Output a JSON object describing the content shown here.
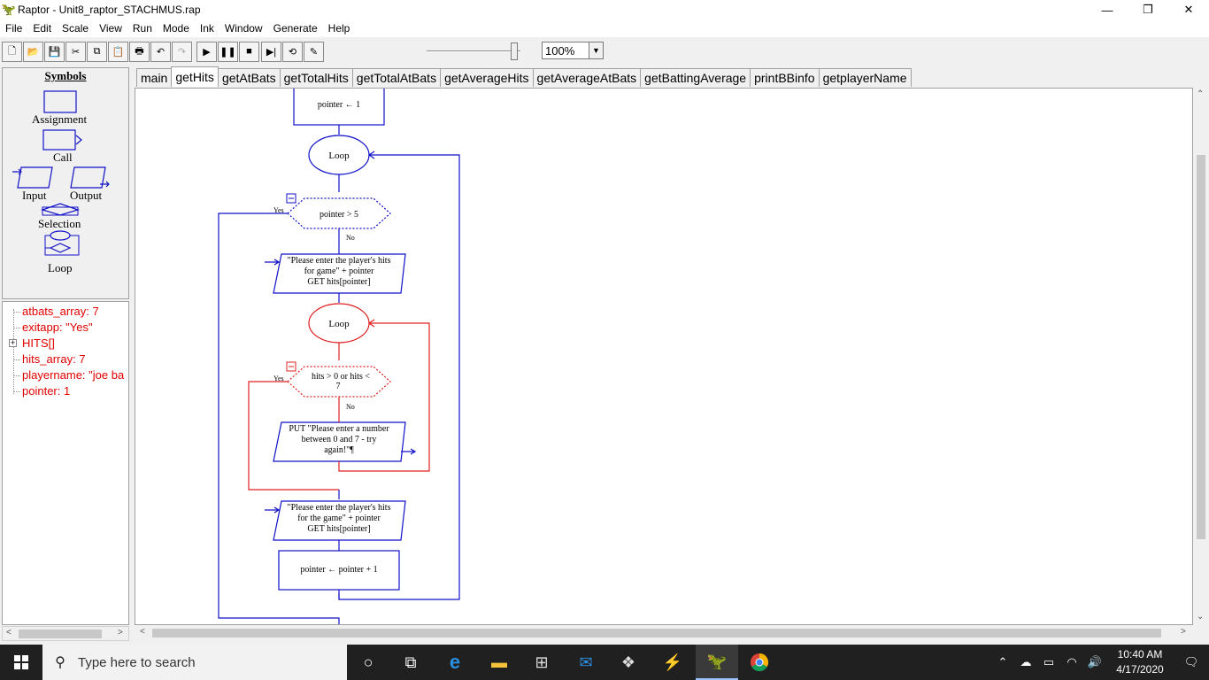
{
  "window": {
    "title": "Raptor - Unit8_raptor_STACHMUS.rap",
    "minimize": "—",
    "restore": "❐",
    "close": "✕"
  },
  "menu": [
    "File",
    "Edit",
    "Scale",
    "View",
    "Run",
    "Mode",
    "Ink",
    "Window",
    "Generate",
    "Help"
  ],
  "toolbar": {
    "buttons": [
      {
        "name": "new-icon",
        "glyph": "🗋"
      },
      {
        "name": "open-icon",
        "glyph": "📂"
      },
      {
        "name": "save-icon",
        "glyph": "💾"
      },
      {
        "name": "cut-icon",
        "glyph": "✂"
      },
      {
        "name": "copy-icon",
        "glyph": "⧉"
      },
      {
        "name": "paste-icon",
        "glyph": "📋"
      },
      {
        "name": "print-icon",
        "glyph": "🖶"
      },
      {
        "name": "undo-icon",
        "glyph": "↶"
      },
      {
        "name": "redo-icon",
        "glyph": "↷"
      },
      {
        "name": "run-icon",
        "glyph": "▶"
      },
      {
        "name": "pause-icon",
        "glyph": "❚❚"
      },
      {
        "name": "stop-icon",
        "glyph": "■"
      },
      {
        "name": "step-icon",
        "glyph": "▶|"
      },
      {
        "name": "reset-icon",
        "glyph": "⟲"
      },
      {
        "name": "pen-icon",
        "glyph": "✎"
      }
    ],
    "speed_level": 0.9,
    "zoom": "100%"
  },
  "symbols": {
    "title": "Symbols",
    "assignment": "Assignment",
    "call": "Call",
    "input": "Input",
    "output": "Output",
    "selection": "Selection",
    "loop": "Loop"
  },
  "variables": [
    {
      "text": "atbats_array: 7"
    },
    {
      "text": "exitapp: \"Yes\""
    },
    {
      "text": "HITS[]"
    },
    {
      "text": "hits_array: 7"
    },
    {
      "text": "playername: \"joe ba"
    },
    {
      "text": "pointer: 1"
    }
  ],
  "tabs": [
    {
      "label": "main",
      "active": false
    },
    {
      "label": "getHits",
      "active": true
    },
    {
      "label": "getAtBats",
      "active": false
    },
    {
      "label": "getTotalHits",
      "active": false
    },
    {
      "label": "getTotalAtBats",
      "active": false
    },
    {
      "label": "getAverageHits",
      "active": false
    },
    {
      "label": "getAverageAtBats",
      "active": false
    },
    {
      "label": "getBattingAverage",
      "active": false
    },
    {
      "label": "printBBinfo",
      "active": false
    },
    {
      "label": "getplayerName",
      "active": false
    }
  ],
  "flowchart": {
    "init_assign": "pointer ← 1",
    "loop1": "Loop",
    "cond1": "pointer > 5",
    "yes": "Yes",
    "no": "No",
    "input1": [
      "\"Please enter the player's hits",
      "for game\" + pointer",
      "GET hits[pointer]"
    ],
    "loop2": "Loop",
    "cond2": [
      "hits > 0 or hits <",
      "7"
    ],
    "output1": [
      "PUT \"Please enter a number",
      "between 0 and 7 - try",
      "again!\"¶"
    ],
    "input2": [
      "\"Please enter the player's hits",
      "for the game\" + pointer",
      "GET hits[pointer]"
    ],
    "increment": "pointer ← pointer + 1",
    "colors": {
      "blue": "#1010c8",
      "red": "#e02020"
    }
  },
  "taskbar": {
    "search_placeholder": "Type here to search",
    "time": "10:40 AM",
    "date": "4/17/2020"
  }
}
